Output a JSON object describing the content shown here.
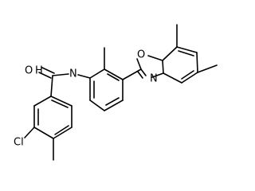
{
  "molecule": {
    "atoms": {
      "O_carbonyl": "O",
      "H_carbonyl": "H",
      "N_amide": "N",
      "Cl": "Cl",
      "O_ring": "O",
      "N_ring": "N"
    }
  },
  "colors": {
    "bond": "#000000",
    "label": "#000000",
    "background": "#ffffff"
  }
}
